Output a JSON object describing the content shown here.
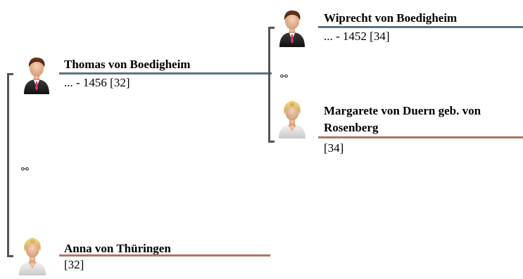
{
  "persons": {
    "root": {
      "name": "Thomas von Boedigheim",
      "info": "... - 1456 [32]"
    },
    "spouse": {
      "name": "Anna von Thüringen",
      "info": "[32]"
    },
    "father": {
      "name": "Wiprecht von Boedigheim",
      "info": "... - 1452 [34]"
    },
    "mother": {
      "name_line1": "Margarete von Duern geb. von",
      "name_line2": "Rosenberg",
      "info": "[34]"
    }
  },
  "marriage_symbol": "⚯",
  "colors": {
    "male_line": "#5b7384",
    "female_line": "#b27663",
    "bracket": "#555555"
  },
  "icons": {
    "male": "male-person-icon",
    "female": "female-person-icon"
  }
}
